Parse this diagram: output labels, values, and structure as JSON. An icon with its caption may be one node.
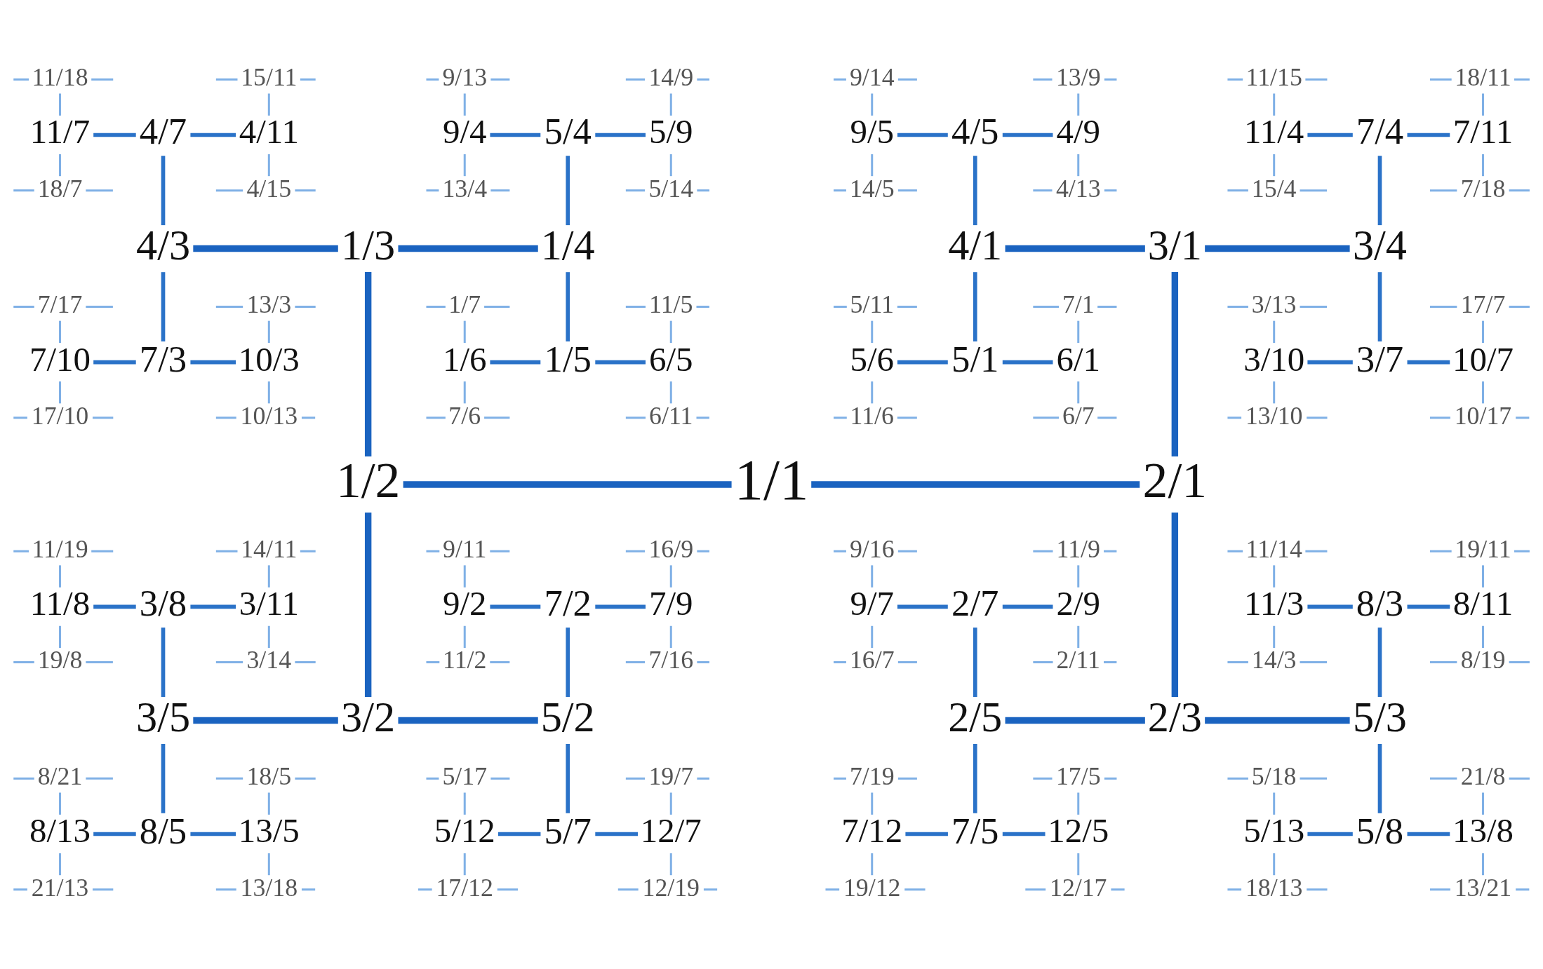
{
  "diagram": {
    "nodes": [
      {
        "text": [
          "11/18"
        ]
      },
      {
        "text": [
          "15/11"
        ]
      },
      {
        "text": [
          "9/13"
        ]
      },
      {
        "text": [
          "14/9"
        ]
      },
      {
        "text": [
          "9/14"
        ]
      },
      {
        "text": [
          "13/9"
        ]
      },
      {
        "text": [
          "11/15"
        ]
      },
      {
        "text": [
          "18/11"
        ]
      },
      {
        "text": [
          "11/7"
        ]
      },
      {
        "text": [
          "4/7"
        ]
      },
      {
        "text": [
          "4/11"
        ]
      },
      {
        "text": [
          "9/4"
        ]
      },
      {
        "text": [
          "5/4"
        ]
      },
      {
        "text": [
          "5/9"
        ]
      },
      {
        "text": [
          "9/5"
        ]
      },
      {
        "text": [
          "4/5"
        ]
      },
      {
        "text": [
          "4/9"
        ]
      },
      {
        "text": [
          "11/4"
        ]
      },
      {
        "text": [
          "7/4"
        ]
      },
      {
        "text": [
          "7/11"
        ]
      },
      {
        "text": [
          "18/7"
        ]
      },
      {
        "text": [
          "4/15"
        ]
      },
      {
        "text": [
          "13/4"
        ]
      },
      {
        "text": [
          "5/14"
        ]
      },
      {
        "text": [
          "14/5"
        ]
      },
      {
        "text": [
          "4/13"
        ]
      },
      {
        "text": [
          "15/4"
        ]
      },
      {
        "text": [
          "7/18"
        ]
      },
      {
        "text": [
          "4/3"
        ]
      },
      {
        "text": [
          "1/3"
        ]
      },
      {
        "text": [
          "1/4"
        ]
      },
      {
        "text": [
          "4/1"
        ]
      },
      {
        "text": [
          "3/1"
        ]
      },
      {
        "text": [
          "3/4"
        ]
      },
      {
        "text": [
          "7/17"
        ]
      },
      {
        "text": [
          "13/3"
        ]
      },
      {
        "text": [
          "1/7"
        ]
      },
      {
        "text": [
          "11/5"
        ]
      },
      {
        "text": [
          "5/11"
        ]
      },
      {
        "text": [
          "7/1"
        ]
      },
      {
        "text": [
          "3/13"
        ]
      },
      {
        "text": [
          "17/7"
        ]
      },
      {
        "text": [
          "7/10"
        ]
      },
      {
        "text": [
          "7/3"
        ]
      },
      {
        "text": [
          "10/3"
        ]
      },
      {
        "text": [
          "1/6"
        ]
      },
      {
        "text": [
          "1/5"
        ]
      },
      {
        "text": [
          "6/5"
        ]
      },
      {
        "text": [
          "5/6"
        ]
      },
      {
        "text": [
          "5/1"
        ]
      },
      {
        "text": [
          "6/1"
        ]
      },
      {
        "text": [
          "3/10"
        ]
      },
      {
        "text": [
          "3/7"
        ]
      },
      {
        "text": [
          "10/7"
        ]
      },
      {
        "text": [
          "17/10"
        ]
      },
      {
        "text": [
          "10/13"
        ]
      },
      {
        "text": [
          "7/6"
        ]
      },
      {
        "text": [
          "6/11"
        ]
      },
      {
        "text": [
          "11/6"
        ]
      },
      {
        "text": [
          "6/7"
        ]
      },
      {
        "text": [
          "13/10"
        ]
      },
      {
        "text": [
          "10/17"
        ]
      },
      {
        "text": [
          "1/2"
        ]
      },
      {
        "text": [
          "1/1"
        ]
      },
      {
        "text": [
          "2/1"
        ]
      },
      {
        "text": [
          "11/19"
        ]
      },
      {
        "text": [
          "14/11"
        ]
      },
      {
        "text": [
          "9/11"
        ]
      },
      {
        "text": [
          "16/9"
        ]
      },
      {
        "text": [
          "9/16"
        ]
      },
      {
        "text": [
          "11/9"
        ]
      },
      {
        "text": [
          "11/14"
        ]
      },
      {
        "text": [
          "19/11"
        ]
      },
      {
        "text": [
          "11/8"
        ]
      },
      {
        "text": [
          "3/8"
        ]
      },
      {
        "text": [
          "3/11"
        ]
      },
      {
        "text": [
          "9/2"
        ]
      },
      {
        "text": [
          "7/2"
        ]
      },
      {
        "text": [
          "7/9"
        ]
      },
      {
        "text": [
          "9/7"
        ]
      },
      {
        "text": [
          "2/7"
        ]
      },
      {
        "text": [
          "2/9"
        ]
      },
      {
        "text": [
          "11/3"
        ]
      },
      {
        "text": [
          "8/3"
        ]
      },
      {
        "text": [
          "8/11"
        ]
      },
      {
        "text": [
          "19/8"
        ]
      },
      {
        "text": [
          "3/14"
        ]
      },
      {
        "text": [
          "11/2"
        ]
      },
      {
        "text": [
          "7/16"
        ]
      },
      {
        "text": [
          "16/7"
        ]
      },
      {
        "text": [
          "2/11"
        ]
      },
      {
        "text": [
          "14/3"
        ]
      },
      {
        "text": [
          "8/19"
        ]
      },
      {
        "text": [
          "3/5"
        ]
      },
      {
        "text": [
          "3/2"
        ]
      },
      {
        "text": [
          "5/2"
        ]
      },
      {
        "text": [
          "2/5"
        ]
      },
      {
        "text": [
          "2/3"
        ]
      },
      {
        "text": [
          "5/3"
        ]
      },
      {
        "text": [
          "8/21"
        ]
      },
      {
        "text": [
          "18/5"
        ]
      },
      {
        "text": [
          "5/17"
        ]
      },
      {
        "text": [
          "19/7"
        ]
      },
      {
        "text": [
          "7/19"
        ]
      },
      {
        "text": [
          "17/5"
        ]
      },
      {
        "text": [
          "5/18"
        ]
      },
      {
        "text": [
          "21/8"
        ]
      },
      {
        "text": [
          "8/13"
        ]
      },
      {
        "text": [
          "8/5"
        ]
      },
      {
        "text": [
          "13/5"
        ]
      },
      {
        "text": [
          "5/12"
        ]
      },
      {
        "text": [
          "5/7"
        ]
      },
      {
        "text": [
          "12/7"
        ]
      },
      {
        "text": [
          "7/12"
        ]
      },
      {
        "text": [
          "7/5"
        ]
      },
      {
        "text": [
          "12/5"
        ]
      },
      {
        "text": [
          "5/13"
        ]
      },
      {
        "text": [
          "5/8"
        ]
      },
      {
        "text": [
          "13/8"
        ]
      },
      {
        "text": [
          "21/13"
        ]
      },
      {
        "text": [
          "13/18"
        ]
      },
      {
        "text": [
          "17/12"
        ]
      },
      {
        "text": [
          "12/19"
        ]
      },
      {
        "text": [
          "19/12"
        ]
      },
      {
        "text": [
          "12/17"
        ]
      },
      {
        "text": [
          "18/13"
        ]
      },
      {
        "text": [
          "13/21"
        ]
      }
    ],
    "edges": [
      {
        "from": 62,
        "to": 63,
        "arrow": "none",
        "style": "thick",
        "color": "#1a63c0"
      },
      {
        "from": 63,
        "to": 64,
        "arrow": "none",
        "style": "thick",
        "color": "#1a63c0"
      },
      {
        "from": 29,
        "to": 62,
        "arrow": "none",
        "style": "thick",
        "color": "#1a63c0"
      },
      {
        "from": 62,
        "to": 94,
        "arrow": "none",
        "style": "thick",
        "color": "#1a63c0"
      },
      {
        "from": 32,
        "to": 64,
        "arrow": "none",
        "style": "thick",
        "color": "#1a63c0"
      },
      {
        "from": 64,
        "to": 97,
        "arrow": "none",
        "style": "thick",
        "color": "#1a63c0"
      },
      {
        "from": 28,
        "to": 29,
        "arrow": "none",
        "style": "thick",
        "color": "#1a63c0"
      },
      {
        "from": 29,
        "to": 30,
        "arrow": "none",
        "style": "thick",
        "color": "#1a63c0"
      },
      {
        "from": 31,
        "to": 32,
        "arrow": "none",
        "style": "thick",
        "color": "#1a63c0"
      },
      {
        "from": 32,
        "to": 33,
        "arrow": "none",
        "style": "thick",
        "color": "#1a63c0"
      },
      {
        "from": 93,
        "to": 94,
        "arrow": "none",
        "style": "thick",
        "color": "#1a63c0"
      },
      {
        "from": 94,
        "to": 95,
        "arrow": "none",
        "style": "thick",
        "color": "#1a63c0"
      },
      {
        "from": 96,
        "to": 97,
        "arrow": "none",
        "style": "thick",
        "color": "#1a63c0"
      },
      {
        "from": 97,
        "to": 98,
        "arrow": "none",
        "style": "thick",
        "color": "#1a63c0"
      },
      {
        "from": 9,
        "to": 28,
        "arrow": "none",
        "color": "#2a72c8"
      },
      {
        "from": 28,
        "to": 43,
        "arrow": "none",
        "color": "#2a72c8"
      },
      {
        "from": 12,
        "to": 30,
        "arrow": "none",
        "color": "#2a72c8"
      },
      {
        "from": 30,
        "to": 46,
        "arrow": "none",
        "color": "#2a72c8"
      },
      {
        "from": 15,
        "to": 31,
        "arrow": "none",
        "color": "#2a72c8"
      },
      {
        "from": 31,
        "to": 49,
        "arrow": "none",
        "color": "#2a72c8"
      },
      {
        "from": 18,
        "to": 33,
        "arrow": "none",
        "color": "#2a72c8"
      },
      {
        "from": 33,
        "to": 52,
        "arrow": "none",
        "color": "#2a72c8"
      },
      {
        "from": 74,
        "to": 93,
        "arrow": "none",
        "color": "#2a72c8"
      },
      {
        "from": 93,
        "to": 108,
        "arrow": "none",
        "color": "#2a72c8"
      },
      {
        "from": 77,
        "to": 95,
        "arrow": "none",
        "color": "#2a72c8"
      },
      {
        "from": 95,
        "to": 111,
        "arrow": "none",
        "color": "#2a72c8"
      },
      {
        "from": 80,
        "to": 96,
        "arrow": "none",
        "color": "#2a72c8"
      },
      {
        "from": 96,
        "to": 114,
        "arrow": "none",
        "color": "#2a72c8"
      },
      {
        "from": 83,
        "to": 98,
        "arrow": "none",
        "color": "#2a72c8"
      },
      {
        "from": 98,
        "to": 117,
        "arrow": "none",
        "color": "#2a72c8"
      },
      {
        "from": 8,
        "to": 9,
        "arrow": "none",
        "color": "#2a72c8"
      },
      {
        "from": 9,
        "to": 10,
        "arrow": "none",
        "color": "#2a72c8"
      },
      {
        "from": 11,
        "to": 12,
        "arrow": "none",
        "color": "#2a72c8"
      },
      {
        "from": 12,
        "to": 13,
        "arrow": "none",
        "color": "#2a72c8"
      },
      {
        "from": 14,
        "to": 15,
        "arrow": "none",
        "color": "#2a72c8"
      },
      {
        "from": 15,
        "to": 16,
        "arrow": "none",
        "color": "#2a72c8"
      },
      {
        "from": 17,
        "to": 18,
        "arrow": "none",
        "color": "#2a72c8"
      },
      {
        "from": 18,
        "to": 19,
        "arrow": "none",
        "color": "#2a72c8"
      },
      {
        "from": 42,
        "to": 43,
        "arrow": "none",
        "color": "#2a72c8"
      },
      {
        "from": 43,
        "to": 44,
        "arrow": "none",
        "color": "#2a72c8"
      },
      {
        "from": 45,
        "to": 46,
        "arrow": "none",
        "color": "#2a72c8"
      },
      {
        "from": 46,
        "to": 47,
        "arrow": "none",
        "color": "#2a72c8"
      },
      {
        "from": 48,
        "to": 49,
        "arrow": "none",
        "color": "#2a72c8"
      },
      {
        "from": 49,
        "to": 50,
        "arrow": "none",
        "color": "#2a72c8"
      },
      {
        "from": 51,
        "to": 52,
        "arrow": "none",
        "color": "#2a72c8"
      },
      {
        "from": 52,
        "to": 53,
        "arrow": "none",
        "color": "#2a72c8"
      },
      {
        "from": 73,
        "to": 74,
        "arrow": "none",
        "color": "#2a72c8"
      },
      {
        "from": 74,
        "to": 75,
        "arrow": "none",
        "color": "#2a72c8"
      },
      {
        "from": 76,
        "to": 77,
        "arrow": "none",
        "color": "#2a72c8"
      },
      {
        "from": 77,
        "to": 78,
        "arrow": "none",
        "color": "#2a72c8"
      },
      {
        "from": 79,
        "to": 80,
        "arrow": "none",
        "color": "#2a72c8"
      },
      {
        "from": 80,
        "to": 81,
        "arrow": "none",
        "color": "#2a72c8"
      },
      {
        "from": 82,
        "to": 83,
        "arrow": "none",
        "color": "#2a72c8"
      },
      {
        "from": 83,
        "to": 84,
        "arrow": "none",
        "color": "#2a72c8"
      },
      {
        "from": 107,
        "to": 108,
        "arrow": "none",
        "color": "#2a72c8"
      },
      {
        "from": 108,
        "to": 109,
        "arrow": "none",
        "color": "#2a72c8"
      },
      {
        "from": 110,
        "to": 111,
        "arrow": "none",
        "color": "#2a72c8"
      },
      {
        "from": 111,
        "to": 112,
        "arrow": "none",
        "color": "#2a72c8"
      },
      {
        "from": 113,
        "to": 114,
        "arrow": "none",
        "color": "#2a72c8"
      },
      {
        "from": 114,
        "to": 115,
        "arrow": "none",
        "color": "#2a72c8"
      },
      {
        "from": 116,
        "to": 117,
        "arrow": "none",
        "color": "#2a72c8"
      },
      {
        "from": 117,
        "to": 118,
        "arrow": "none",
        "color": "#2a72c8"
      },
      {
        "from": 0,
        "to": 8,
        "arrow": "none"
      },
      {
        "from": 8,
        "to": 20,
        "arrow": "none"
      },
      {
        "from": 1,
        "to": 10,
        "arrow": "none"
      },
      {
        "from": 10,
        "to": 21,
        "arrow": "none"
      },
      {
        "from": 2,
        "to": 11,
        "arrow": "none"
      },
      {
        "from": 11,
        "to": 22,
        "arrow": "none"
      },
      {
        "from": 3,
        "to": 13,
        "arrow": "none"
      },
      {
        "from": 13,
        "to": 23,
        "arrow": "none"
      },
      {
        "from": 4,
        "to": 14,
        "arrow": "none"
      },
      {
        "from": 14,
        "to": 24,
        "arrow": "none"
      },
      {
        "from": 5,
        "to": 16,
        "arrow": "none"
      },
      {
        "from": 16,
        "to": 25,
        "arrow": "none"
      },
      {
        "from": 6,
        "to": 17,
        "arrow": "none"
      },
      {
        "from": 17,
        "to": 26,
        "arrow": "none"
      },
      {
        "from": 7,
        "to": 19,
        "arrow": "none"
      },
      {
        "from": 19,
        "to": 27,
        "arrow": "none"
      },
      {
        "from": 34,
        "to": 42,
        "arrow": "none"
      },
      {
        "from": 42,
        "to": 54,
        "arrow": "none"
      },
      {
        "from": 35,
        "to": 44,
        "arrow": "none"
      },
      {
        "from": 44,
        "to": 55,
        "arrow": "none"
      },
      {
        "from": 36,
        "to": 45,
        "arrow": "none"
      },
      {
        "from": 45,
        "to": 56,
        "arrow": "none"
      },
      {
        "from": 37,
        "to": 47,
        "arrow": "none"
      },
      {
        "from": 47,
        "to": 57,
        "arrow": "none"
      },
      {
        "from": 38,
        "to": 48,
        "arrow": "none"
      },
      {
        "from": 48,
        "to": 58,
        "arrow": "none"
      },
      {
        "from": 39,
        "to": 50,
        "arrow": "none"
      },
      {
        "from": 50,
        "to": 59,
        "arrow": "none"
      },
      {
        "from": 40,
        "to": 51,
        "arrow": "none"
      },
      {
        "from": 51,
        "to": 60,
        "arrow": "none"
      },
      {
        "from": 41,
        "to": 53,
        "arrow": "none"
      },
      {
        "from": 53,
        "to": 61,
        "arrow": "none"
      },
      {
        "from": 65,
        "to": 73,
        "arrow": "none"
      },
      {
        "from": 73,
        "to": 85,
        "arrow": "none"
      },
      {
        "from": 66,
        "to": 75,
        "arrow": "none"
      },
      {
        "from": 75,
        "to": 86,
        "arrow": "none"
      },
      {
        "from": 67,
        "to": 76,
        "arrow": "none"
      },
      {
        "from": 76,
        "to": 87,
        "arrow": "none"
      },
      {
        "from": 68,
        "to": 78,
        "arrow": "none"
      },
      {
        "from": 78,
        "to": 88,
        "arrow": "none"
      },
      {
        "from": 69,
        "to": 79,
        "arrow": "none"
      },
      {
        "from": 79,
        "to": 89,
        "arrow": "none"
      },
      {
        "from": 70,
        "to": 81,
        "arrow": "none"
      },
      {
        "from": 81,
        "to": 90,
        "arrow": "none"
      },
      {
        "from": 71,
        "to": 82,
        "arrow": "none"
      },
      {
        "from": 82,
        "to": 91,
        "arrow": "none"
      },
      {
        "from": 72,
        "to": 84,
        "arrow": "none"
      },
      {
        "from": 84,
        "to": 92,
        "arrow": "none"
      },
      {
        "from": 99,
        "to": 107,
        "arrow": "none"
      },
      {
        "from": 107,
        "to": 119,
        "arrow": "none"
      },
      {
        "from": 100,
        "to": 109,
        "arrow": "none"
      },
      {
        "from": 109,
        "to": 120,
        "arrow": "none"
      },
      {
        "from": 101,
        "to": 110,
        "arrow": "none"
      },
      {
        "from": 110,
        "to": 121,
        "arrow": "none"
      },
      {
        "from": 102,
        "to": 112,
        "arrow": "none"
      },
      {
        "from": 112,
        "to": 122,
        "arrow": "none"
      },
      {
        "from": 103,
        "to": 113,
        "arrow": "none"
      },
      {
        "from": 113,
        "to": 123,
        "arrow": "none"
      },
      {
        "from": 104,
        "to": 115,
        "arrow": "none"
      },
      {
        "from": 115,
        "to": 124,
        "arrow": "none"
      },
      {
        "from": 105,
        "to": 116,
        "arrow": "none"
      },
      {
        "from": 116,
        "to": 125,
        "arrow": "none"
      },
      {
        "from": 106,
        "to": 118,
        "arrow": "none"
      },
      {
        "from": 118,
        "to": 126,
        "arrow": "none"
      },
      {
        "from": null,
        "to": 0,
        "arrow": "none"
      },
      {
        "from": 0,
        "to": null,
        "arrow": "none"
      },
      {
        "from": null,
        "to": 1,
        "arrow": "none"
      },
      {
        "from": 1,
        "to": null,
        "arrow": "none"
      },
      {
        "from": null,
        "to": 2,
        "arrow": "none"
      },
      {
        "from": 2,
        "to": null,
        "arrow": "none"
      },
      {
        "from": null,
        "to": 3,
        "arrow": "none"
      },
      {
        "from": 3,
        "to": null,
        "arrow": "none"
      },
      {
        "from": null,
        "to": 4,
        "arrow": "none"
      },
      {
        "from": 4,
        "to": null,
        "arrow": "none"
      },
      {
        "from": null,
        "to": 5,
        "arrow": "none"
      },
      {
        "from": 5,
        "to": null,
        "arrow": "none"
      },
      {
        "from": null,
        "to": 6,
        "arrow": "none"
      },
      {
        "from": 6,
        "to": null,
        "arrow": "none"
      },
      {
        "from": null,
        "to": 7,
        "arrow": "none"
      },
      {
        "from": 7,
        "to": null,
        "arrow": "none"
      },
      {
        "from": null,
        "to": 20,
        "arrow": "none"
      },
      {
        "from": 20,
        "to": null,
        "arrow": "none"
      },
      {
        "from": null,
        "to": 21,
        "arrow": "none"
      },
      {
        "from": 21,
        "to": null,
        "arrow": "none"
      },
      {
        "from": null,
        "to": 22,
        "arrow": "none"
      },
      {
        "from": 22,
        "to": null,
        "arrow": "none"
      },
      {
        "from": null,
        "to": 23,
        "arrow": "none"
      },
      {
        "from": 23,
        "to": null,
        "arrow": "none"
      },
      {
        "from": null,
        "to": 24,
        "arrow": "none"
      },
      {
        "from": 24,
        "to": null,
        "arrow": "none"
      },
      {
        "from": null,
        "to": 25,
        "arrow": "none"
      },
      {
        "from": 25,
        "to": null,
        "arrow": "none"
      },
      {
        "from": null,
        "to": 26,
        "arrow": "none"
      },
      {
        "from": 26,
        "to": null,
        "arrow": "none"
      },
      {
        "from": null,
        "to": 27,
        "arrow": "none"
      },
      {
        "from": 27,
        "to": null,
        "arrow": "none"
      },
      {
        "from": null,
        "to": 34,
        "arrow": "none"
      },
      {
        "from": 34,
        "to": null,
        "arrow": "none"
      },
      {
        "from": null,
        "to": 35,
        "arrow": "none"
      },
      {
        "from": 35,
        "to": null,
        "arrow": "none"
      },
      {
        "from": null,
        "to": 36,
        "arrow": "none"
      },
      {
        "from": 36,
        "to": null,
        "arrow": "none"
      },
      {
        "from": null,
        "to": 37,
        "arrow": "none"
      },
      {
        "from": 37,
        "to": null,
        "arrow": "none"
      },
      {
        "from": null,
        "to": 38,
        "arrow": "none"
      },
      {
        "from": 38,
        "to": null,
        "arrow": "none"
      },
      {
        "from": null,
        "to": 39,
        "arrow": "none"
      },
      {
        "from": 39,
        "to": null,
        "arrow": "none"
      },
      {
        "from": null,
        "to": 40,
        "arrow": "none"
      },
      {
        "from": 40,
        "to": null,
        "arrow": "none"
      },
      {
        "from": null,
        "to": 41,
        "arrow": "none"
      },
      {
        "from": 41,
        "to": null,
        "arrow": "none"
      },
      {
        "from": null,
        "to": 54,
        "arrow": "none"
      },
      {
        "from": 54,
        "to": null,
        "arrow": "none"
      },
      {
        "from": null,
        "to": 55,
        "arrow": "none"
      },
      {
        "from": 55,
        "to": null,
        "arrow": "none"
      },
      {
        "from": null,
        "to": 56,
        "arrow": "none"
      },
      {
        "from": 56,
        "to": null,
        "arrow": "none"
      },
      {
        "from": null,
        "to": 57,
        "arrow": "none"
      },
      {
        "from": 57,
        "to": null,
        "arrow": "none"
      },
      {
        "from": null,
        "to": 58,
        "arrow": "none"
      },
      {
        "from": 58,
        "to": null,
        "arrow": "none"
      },
      {
        "from": null,
        "to": 59,
        "arrow": "none"
      },
      {
        "from": 59,
        "to": null,
        "arrow": "none"
      },
      {
        "from": null,
        "to": 60,
        "arrow": "none"
      },
      {
        "from": 60,
        "to": null,
        "arrow": "none"
      },
      {
        "from": null,
        "to": 61,
        "arrow": "none"
      },
      {
        "from": 61,
        "to": null,
        "arrow": "none"
      },
      {
        "from": null,
        "to": 65,
        "arrow": "none"
      },
      {
        "from": 65,
        "to": null,
        "arrow": "none"
      },
      {
        "from": null,
        "to": 66,
        "arrow": "none"
      },
      {
        "from": 66,
        "to": null,
        "arrow": "none"
      },
      {
        "from": null,
        "to": 67,
        "arrow": "none"
      },
      {
        "from": 67,
        "to": null,
        "arrow": "none"
      },
      {
        "from": null,
        "to": 68,
        "arrow": "none"
      },
      {
        "from": 68,
        "to": null,
        "arrow": "none"
      },
      {
        "from": null,
        "to": 69,
        "arrow": "none"
      },
      {
        "from": 69,
        "to": null,
        "arrow": "none"
      },
      {
        "from": null,
        "to": 70,
        "arrow": "none"
      },
      {
        "from": 70,
        "to": null,
        "arrow": "none"
      },
      {
        "from": null,
        "to": 71,
        "arrow": "none"
      },
      {
        "from": 71,
        "to": null,
        "arrow": "none"
      },
      {
        "from": null,
        "to": 72,
        "arrow": "none"
      },
      {
        "from": 72,
        "to": null,
        "arrow": "none"
      },
      {
        "from": null,
        "to": 85,
        "arrow": "none"
      },
      {
        "from": 85,
        "to": null,
        "arrow": "none"
      },
      {
        "from": null,
        "to": 86,
        "arrow": "none"
      },
      {
        "from": 86,
        "to": null,
        "arrow": "none"
      },
      {
        "from": null,
        "to": 87,
        "arrow": "none"
      },
      {
        "from": 87,
        "to": null,
        "arrow": "none"
      },
      {
        "from": null,
        "to": 88,
        "arrow": "none"
      },
      {
        "from": 88,
        "to": null,
        "arrow": "none"
      },
      {
        "from": null,
        "to": 89,
        "arrow": "none"
      },
      {
        "from": 89,
        "to": null,
        "arrow": "none"
      },
      {
        "from": null,
        "to": 90,
        "arrow": "none"
      },
      {
        "from": 90,
        "to": null,
        "arrow": "none"
      },
      {
        "from": null,
        "to": 91,
        "arrow": "none"
      },
      {
        "from": 91,
        "to": null,
        "arrow": "none"
      },
      {
        "from": null,
        "to": 92,
        "arrow": "none"
      },
      {
        "from": 92,
        "to": null,
        "arrow": "none"
      },
      {
        "from": null,
        "to": 99,
        "arrow": "none"
      },
      {
        "from": 99,
        "to": null,
        "arrow": "none"
      },
      {
        "from": null,
        "to": 100,
        "arrow": "none"
      },
      {
        "from": 100,
        "to": null,
        "arrow": "none"
      },
      {
        "from": null,
        "to": 101,
        "arrow": "none"
      },
      {
        "from": 101,
        "to": null,
        "arrow": "none"
      },
      {
        "from": null,
        "to": 102,
        "arrow": "none"
      },
      {
        "from": 102,
        "to": null,
        "arrow": "none"
      },
      {
        "from": null,
        "to": 103,
        "arrow": "none"
      },
      {
        "from": 103,
        "to": null,
        "arrow": "none"
      },
      {
        "from": null,
        "to": 104,
        "arrow": "none"
      },
      {
        "from": 104,
        "to": null,
        "arrow": "none"
      },
      {
        "from": null,
        "to": 105,
        "arrow": "none"
      },
      {
        "from": 105,
        "to": null,
        "arrow": "none"
      },
      {
        "from": null,
        "to": 106,
        "arrow": "none"
      },
      {
        "from": 106,
        "to": null,
        "arrow": "none"
      },
      {
        "from": null,
        "to": 119,
        "arrow": "none"
      },
      {
        "from": 119,
        "to": null,
        "arrow": "none"
      },
      {
        "from": null,
        "to": 120,
        "arrow": "none"
      },
      {
        "from": 120,
        "to": null,
        "arrow": "none"
      },
      {
        "from": null,
        "to": 121,
        "arrow": "none"
      },
      {
        "from": 121,
        "to": null,
        "arrow": "none"
      },
      {
        "from": null,
        "to": 122,
        "arrow": "none"
      },
      {
        "from": 122,
        "to": null,
        "arrow": "none"
      },
      {
        "from": null,
        "to": 123,
        "arrow": "none"
      },
      {
        "from": 123,
        "to": null,
        "arrow": "none"
      },
      {
        "from": null,
        "to": 124,
        "arrow": "none"
      },
      {
        "from": 124,
        "to": null,
        "arrow": "none"
      },
      {
        "from": null,
        "to": 125,
        "arrow": "none"
      },
      {
        "from": 125,
        "to": null,
        "arrow": "none"
      },
      {
        "from": null,
        "to": 126,
        "arrow": "none"
      },
      {
        "from": 126,
        "to": null,
        "arrow": "none"
      }
    ]
  }
}
